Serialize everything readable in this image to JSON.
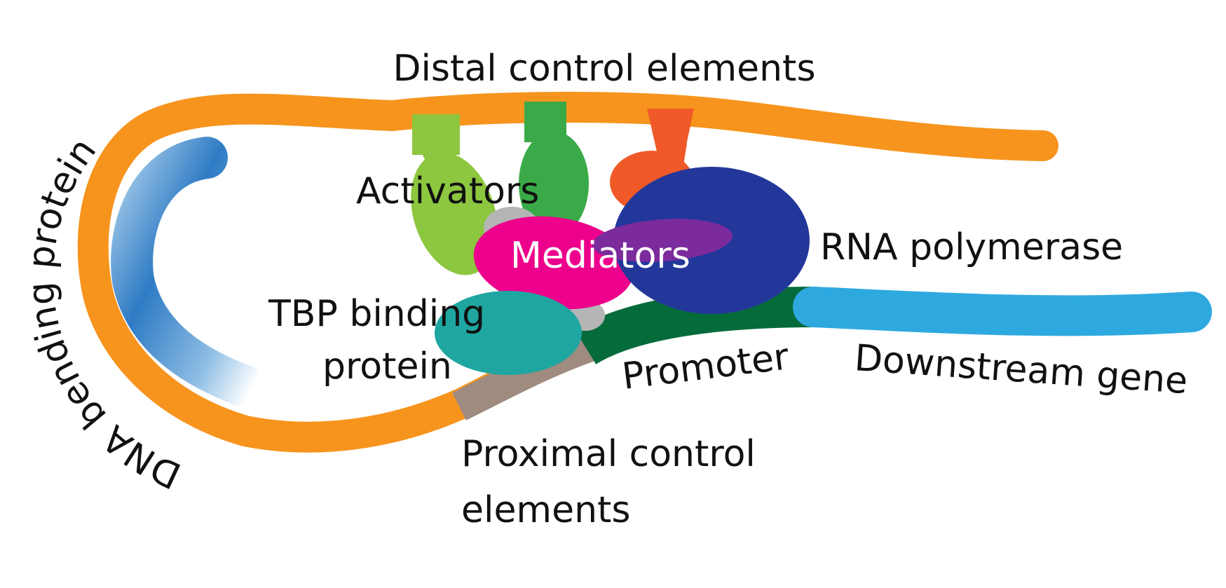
{
  "labels": {
    "distal": "Distal control elements",
    "activators": "Activators",
    "mediators": "Mediators",
    "rna_polymerase": "RNA polymerase",
    "tbp_line1": "TBP binding",
    "tbp_line2": "protein",
    "promoter": "Promoter",
    "downstream": "Downstream gene",
    "proximal_line1": "Proximal control",
    "proximal_line2": "elements",
    "dna_bending": "DNA bending protein"
  },
  "colors": {
    "dna": "#F7941D",
    "bending_protein": "#2E7BC4",
    "activator_light_green": "#8DC63F",
    "activator_green": "#3AAA48",
    "activator_red": "#F05A28",
    "gray": "#B5B5B5",
    "mediator": "#EC008C",
    "rna_polymerase": "#23379B",
    "purple": "#7B2B9C",
    "tbp": "#1FA6A1",
    "promoter": "#066B3A",
    "proximal": "#A08B80",
    "downstream": "#2EA9E0"
  }
}
